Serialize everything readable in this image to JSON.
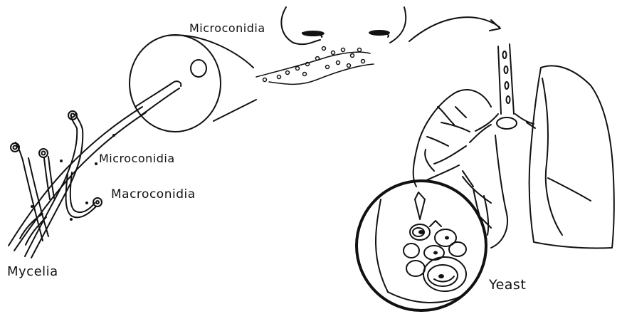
{
  "labels": {
    "microconidia_top": "Microconidia",
    "microconidia_mid": "Microconidia",
    "macroconidia": "Macroconidia",
    "mycelia": "Mycelia",
    "yeast": "Yeast"
  },
  "colors": {
    "ink": "#111111",
    "background": "#ffffff"
  }
}
